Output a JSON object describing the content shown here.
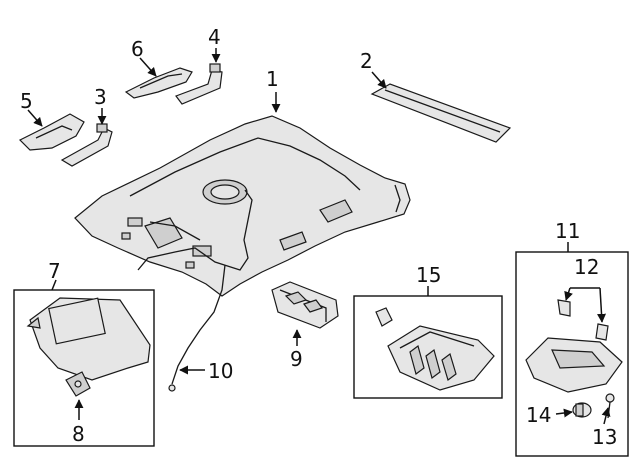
{
  "callouts": [
    {
      "id": "1",
      "text": "1"
    },
    {
      "id": "2",
      "text": "2"
    },
    {
      "id": "3",
      "text": "3"
    },
    {
      "id": "4",
      "text": "4"
    },
    {
      "id": "5",
      "text": "5"
    },
    {
      "id": "6",
      "text": "6"
    },
    {
      "id": "7",
      "text": "7"
    },
    {
      "id": "8",
      "text": "8"
    },
    {
      "id": "9",
      "text": "9"
    },
    {
      "id": "10",
      "text": "10"
    },
    {
      "id": "11",
      "text": "11"
    },
    {
      "id": "12",
      "text": "12"
    },
    {
      "id": "13",
      "text": "13"
    },
    {
      "id": "14",
      "text": "14"
    },
    {
      "id": "15",
      "text": "15"
    }
  ],
  "colors": {
    "line": "#1a1a1a",
    "part_fill": "#e6e6e6",
    "background": "#ffffff"
  }
}
